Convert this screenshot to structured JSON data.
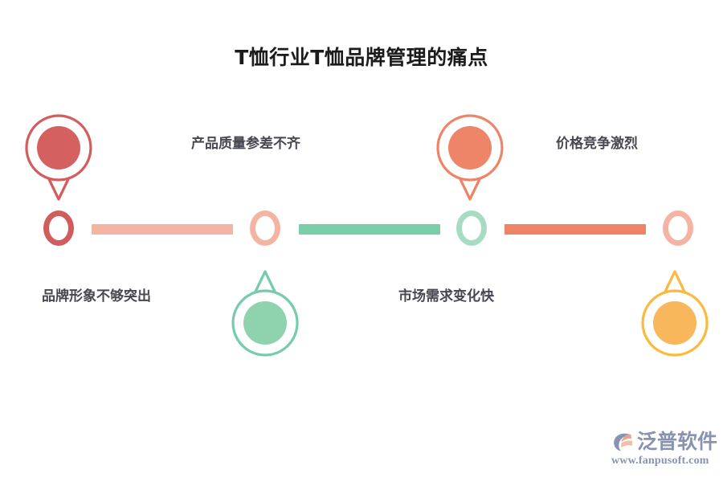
{
  "page": {
    "title": "T恤行业T恤品牌管理的痛点",
    "background_color": "#ffffff",
    "title_color": "#1b1b1b",
    "label_color": "#474751"
  },
  "timeline": {
    "nodes": [
      {
        "id": "node-1",
        "label": "品牌形象不够突出",
        "position": "below",
        "ring_color": "#d05c5c",
        "pin_color": "#d35c5c",
        "pin_fill": "#d4615f",
        "pin_position": "above",
        "pin_label": "产品质量参差不齐"
      },
      {
        "id": "node-2",
        "label": "产品质量参差不齐",
        "position": "above",
        "ring_color": "#f3b4a3",
        "pin_color": "#74ccaa",
        "pin_fill": "#8ed3ae",
        "pin_position": "below",
        "pin_label": "品牌形象不够突出"
      },
      {
        "id": "node-3",
        "label": "市场需求变化快",
        "position": "below",
        "ring_color": "#a8dcc2",
        "pin_color": "#ed8468",
        "pin_fill": "#ee8568",
        "pin_position": "above",
        "pin_label": "价格竞争激烈"
      },
      {
        "id": "node-4",
        "label": "价格竞争激烈",
        "position": "above",
        "ring_color": "#f3b4a3",
        "pin_color": "#fbb93f",
        "pin_fill": "#f9b75b",
        "pin_position": "below",
        "pin_label": "市场需求变化快"
      }
    ],
    "bars": [
      {
        "id": "bar-1",
        "color": "#f3b4a3"
      },
      {
        "id": "bar-2",
        "color": "#7bcfa8"
      },
      {
        "id": "bar-3",
        "color": "#ed8468"
      }
    ],
    "pins": [
      {
        "id": "pin-quality",
        "label": "产品质量参差不齐",
        "stroke": "#d35c5c",
        "fill": "#d4615f",
        "direction": "down"
      },
      {
        "id": "pin-price",
        "label": "价格竞争激烈",
        "stroke": "#ed8468",
        "fill": "#ee8568",
        "direction": "down"
      },
      {
        "id": "pin-brand",
        "label": "品牌形象不够突出",
        "stroke": "#74ccaa",
        "fill": "#8ed3ae",
        "direction": "up"
      },
      {
        "id": "pin-market",
        "label": "市场需求变化快",
        "stroke": "#fbb93f",
        "fill": "#f9b75b",
        "direction": "up"
      }
    ],
    "labels": {
      "top_left": "产品质量参差不齐",
      "top_right": "价格竞争激烈",
      "bottom_left": "品牌形象不够突出",
      "bottom_right": "市场需求变化快"
    }
  },
  "logo": {
    "name": "泛普软件",
    "url": "www.fanpusoft.com",
    "color": "#8793b0",
    "accent_color": "#e9a48b"
  }
}
